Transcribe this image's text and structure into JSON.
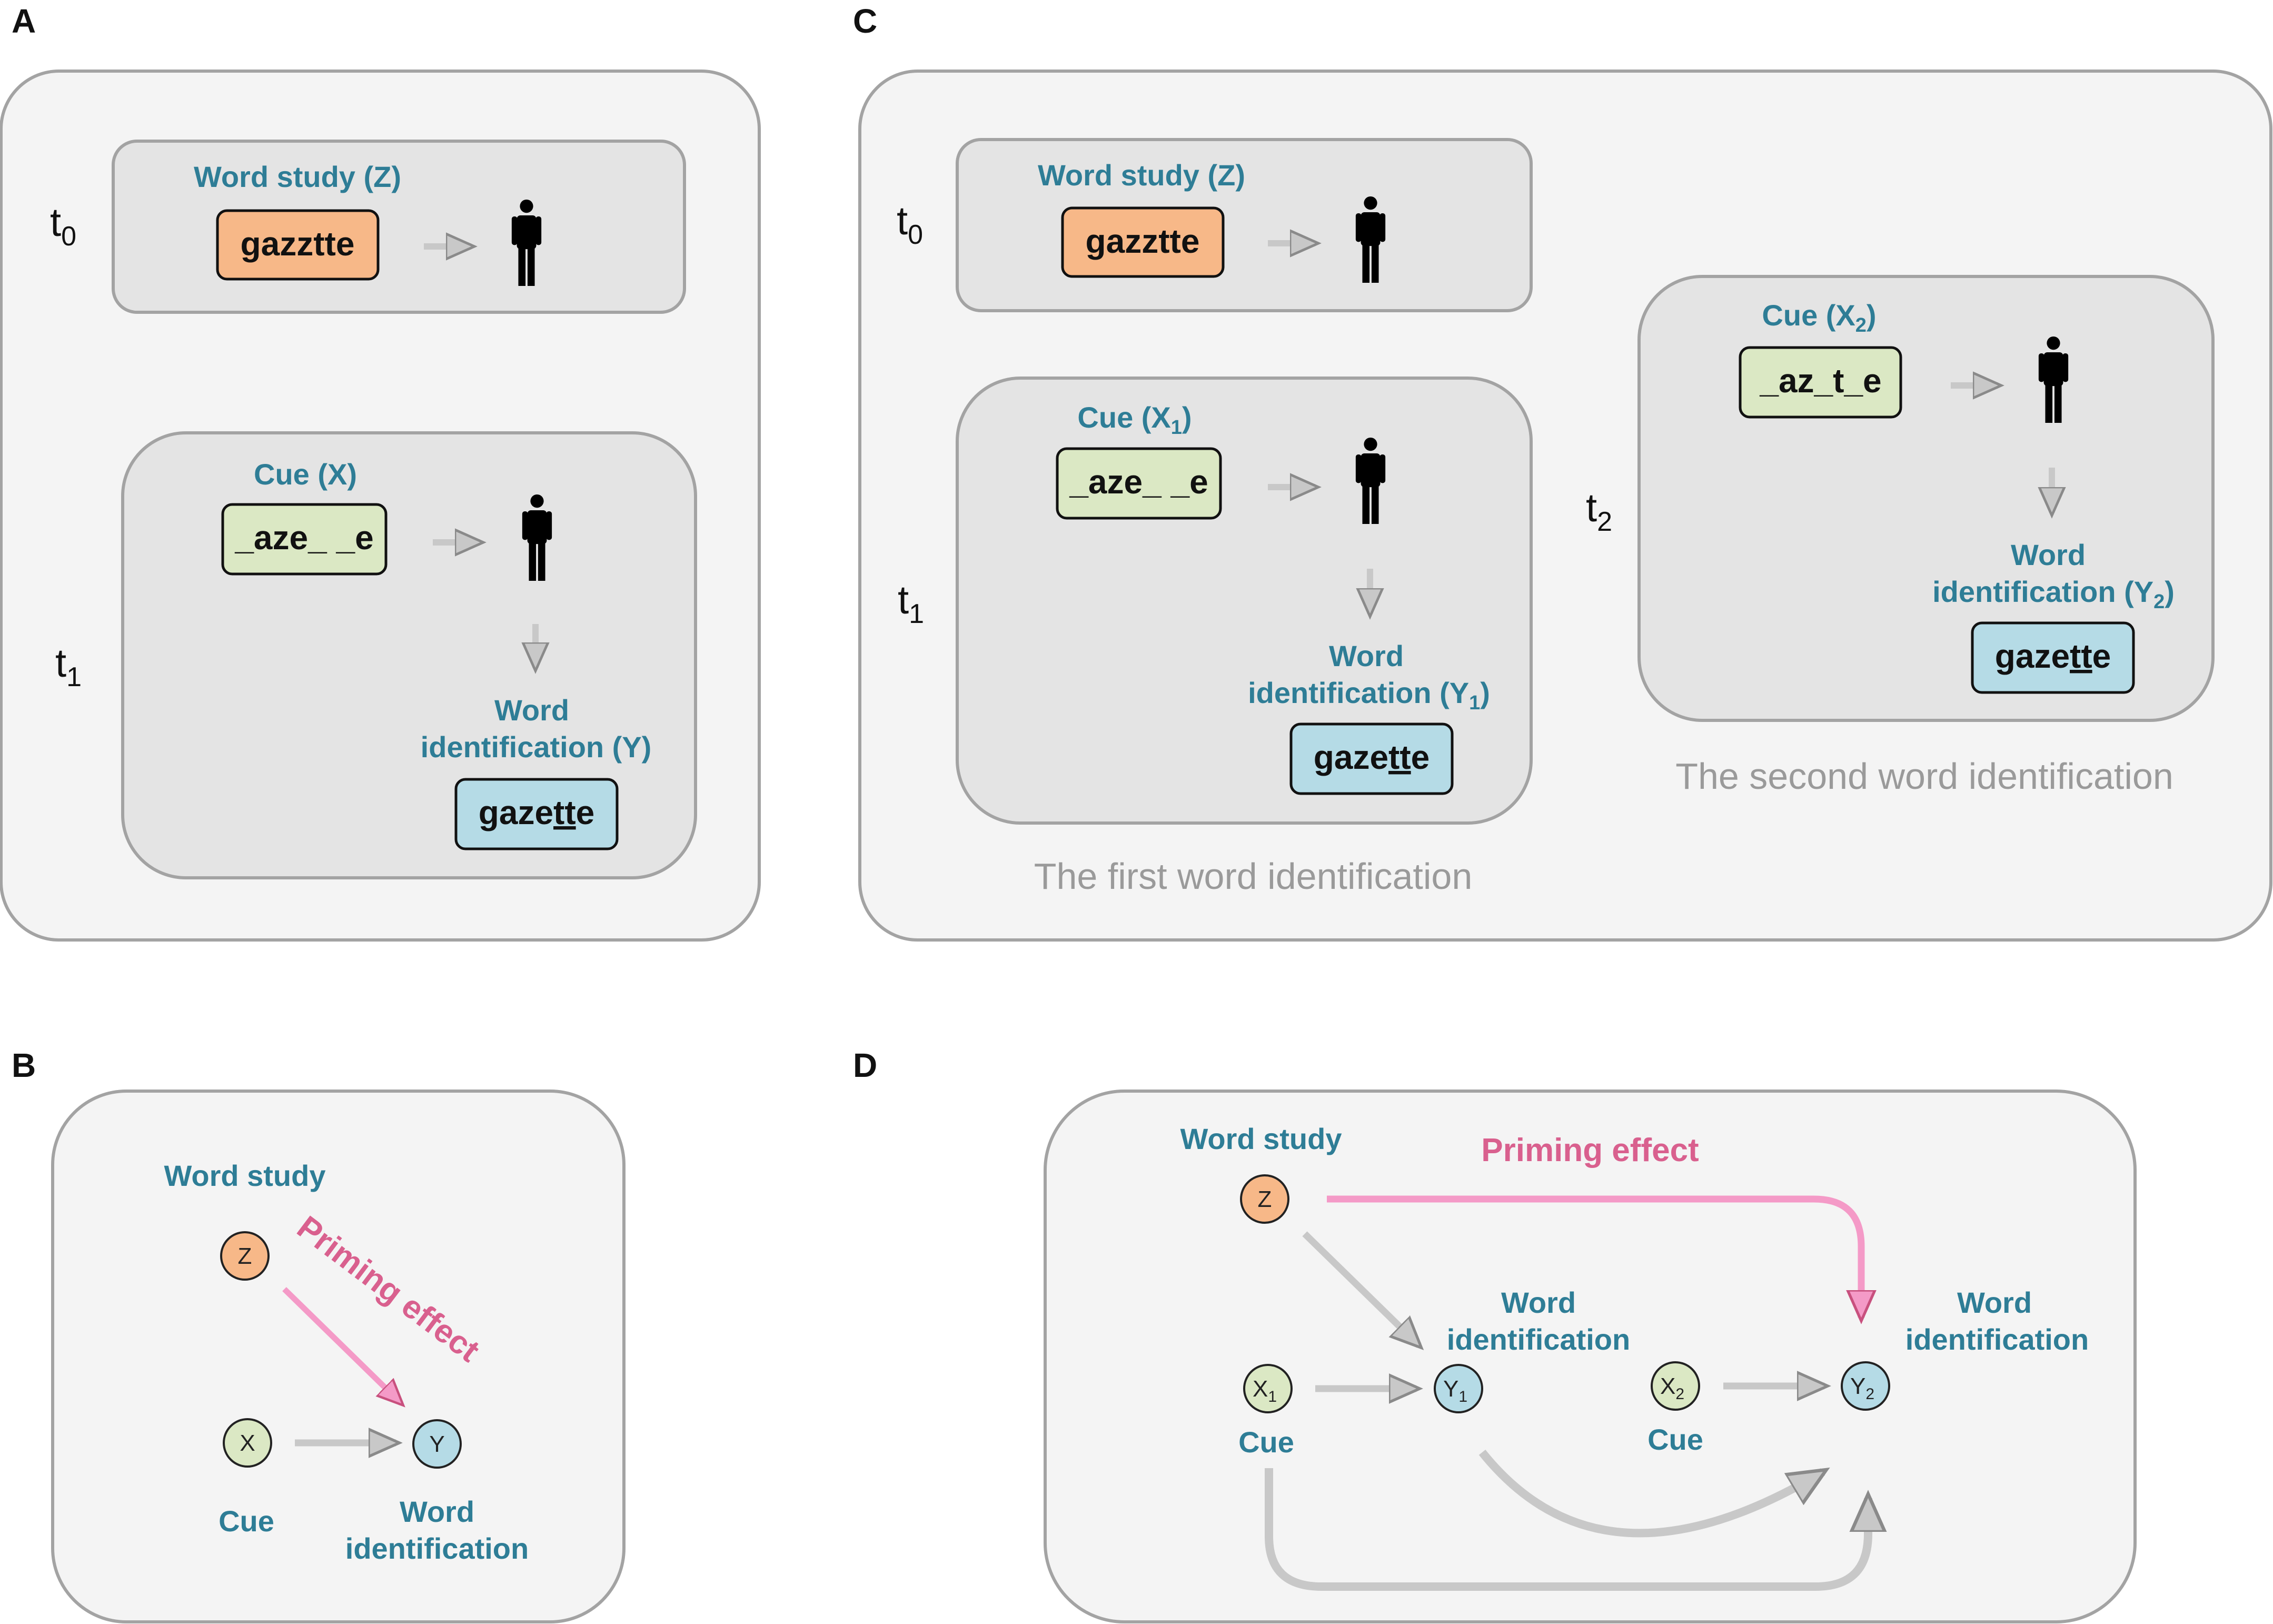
{
  "colors": {
    "outer_panel": "#f4f4f4",
    "inner_panel": "#e4e4e4",
    "panel_border": "#a3a3a3",
    "teal_label": "#2e7d96",
    "study_box": "#f7b888",
    "cue_box": "#dbe8c4",
    "target_box": "#b5dbe6",
    "priming": "#f49ac7",
    "priming_text": "#d9608e",
    "arrow_gray": "#c8c8c8"
  },
  "panel_A": {
    "letter": "A",
    "t0": {
      "t": "t",
      "sub": "0"
    },
    "t1": {
      "t": "t",
      "sub": "1"
    },
    "study_label": "Word study (Z)",
    "study_word": "gazztte",
    "cue_label": "Cue (X)",
    "cue_word": "_aze_ _e",
    "id_label_1": "Word",
    "id_label_2": "identification (Y)",
    "target": {
      "p1": "",
      "u1": "g",
      "p2": "aze",
      "u2": "tt",
      "p3": "e"
    }
  },
  "panel_B": {
    "letter": "B",
    "word_study": "Word study",
    "priming": "Priming effect",
    "cue": "Cue",
    "word_id_1": "Word",
    "word_id_2": "identification",
    "node_z": "Z",
    "node_x": "X",
    "node_y": "Y"
  },
  "panel_C": {
    "letter": "C",
    "t0": {
      "t": "t",
      "sub": "0"
    },
    "t1": {
      "t": "t",
      "sub": "1"
    },
    "t2": {
      "t": "t",
      "sub": "2"
    },
    "study_label": "Word study (Z)",
    "study_word": "gazztte",
    "cue1_label": {
      "pre": "Cue (X",
      "sub": "1",
      "post": ")"
    },
    "cue1_word": "_aze_ _e",
    "id1_label_1": "Word",
    "id1_label_2": {
      "pre": "identification (Y",
      "sub": "1",
      "post": ")"
    },
    "target1": {
      "p1": "",
      "u1": "g",
      "p2": "aze",
      "u2": "tt",
      "p3": "e"
    },
    "caption1": "The first word identification",
    "cue2_label": {
      "pre": "Cue (X",
      "sub": "2",
      "post": ")"
    },
    "cue2_word": "_az_t_e",
    "id2_label_1": "Word",
    "id2_label_2": {
      "pre": "identification (Y",
      "sub": "2",
      "post": ")"
    },
    "target2": {
      "p1": "",
      "u1": "g",
      "p2": "aze",
      "u2": "tt",
      "p3": "e"
    },
    "caption2": "The second word identification"
  },
  "panel_D": {
    "letter": "D",
    "word_study": "Word study",
    "priming": "Priming effect",
    "word_id1_1": "Word",
    "word_id1_2": "identification",
    "word_id2_1": "Word",
    "word_id2_2": "identification",
    "cue1": "Cue",
    "cue2": "Cue",
    "node_z": "Z",
    "node_x1": {
      "t": "X",
      "sub": "1"
    },
    "node_y1": {
      "t": "Y",
      "sub": "1"
    },
    "node_x2": {
      "t": "X",
      "sub": "2"
    },
    "node_y2": {
      "t": "Y",
      "sub": "2"
    }
  }
}
